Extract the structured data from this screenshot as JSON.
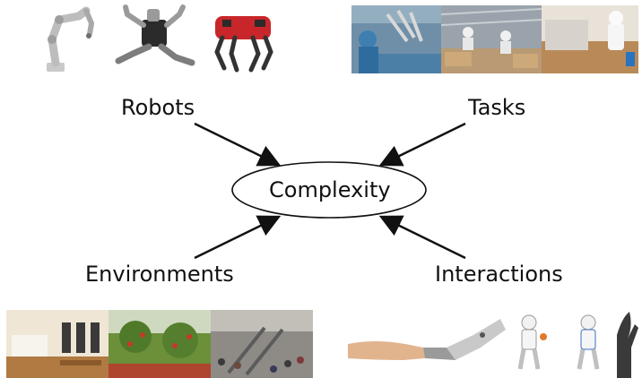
{
  "center": {
    "label": "Complexity"
  },
  "factors": {
    "robots": "Robots",
    "tasks": "Tasks",
    "environments": "Environments",
    "interactions": "Interactions"
  },
  "colors": {
    "text": "#111111",
    "line": "#111111",
    "robot_red": "#c8262a",
    "robot_grey": "#b8b8b8",
    "robot_dark": "#2b2b2b"
  }
}
